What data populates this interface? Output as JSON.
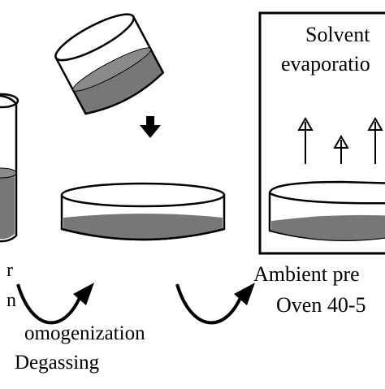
{
  "labels": {
    "left_partial_line1": "r",
    "left_partial_line2": "n",
    "step1_line1": "omogenization",
    "step1_line2": "Degassing",
    "box_line1": "Solvent",
    "box_line2": "evaporatio",
    "step2_line1": "Ambient pre",
    "step2_line2": "Oven 40-5"
  },
  "colors": {
    "liquid": "#777777",
    "outline": "#000000",
    "background": "#ffffff"
  },
  "icons": {
    "down_arrow": "down-arrow-icon",
    "curved_arrow": "curved-arrow-icon",
    "up_arrow": "up-arrow-icon"
  }
}
